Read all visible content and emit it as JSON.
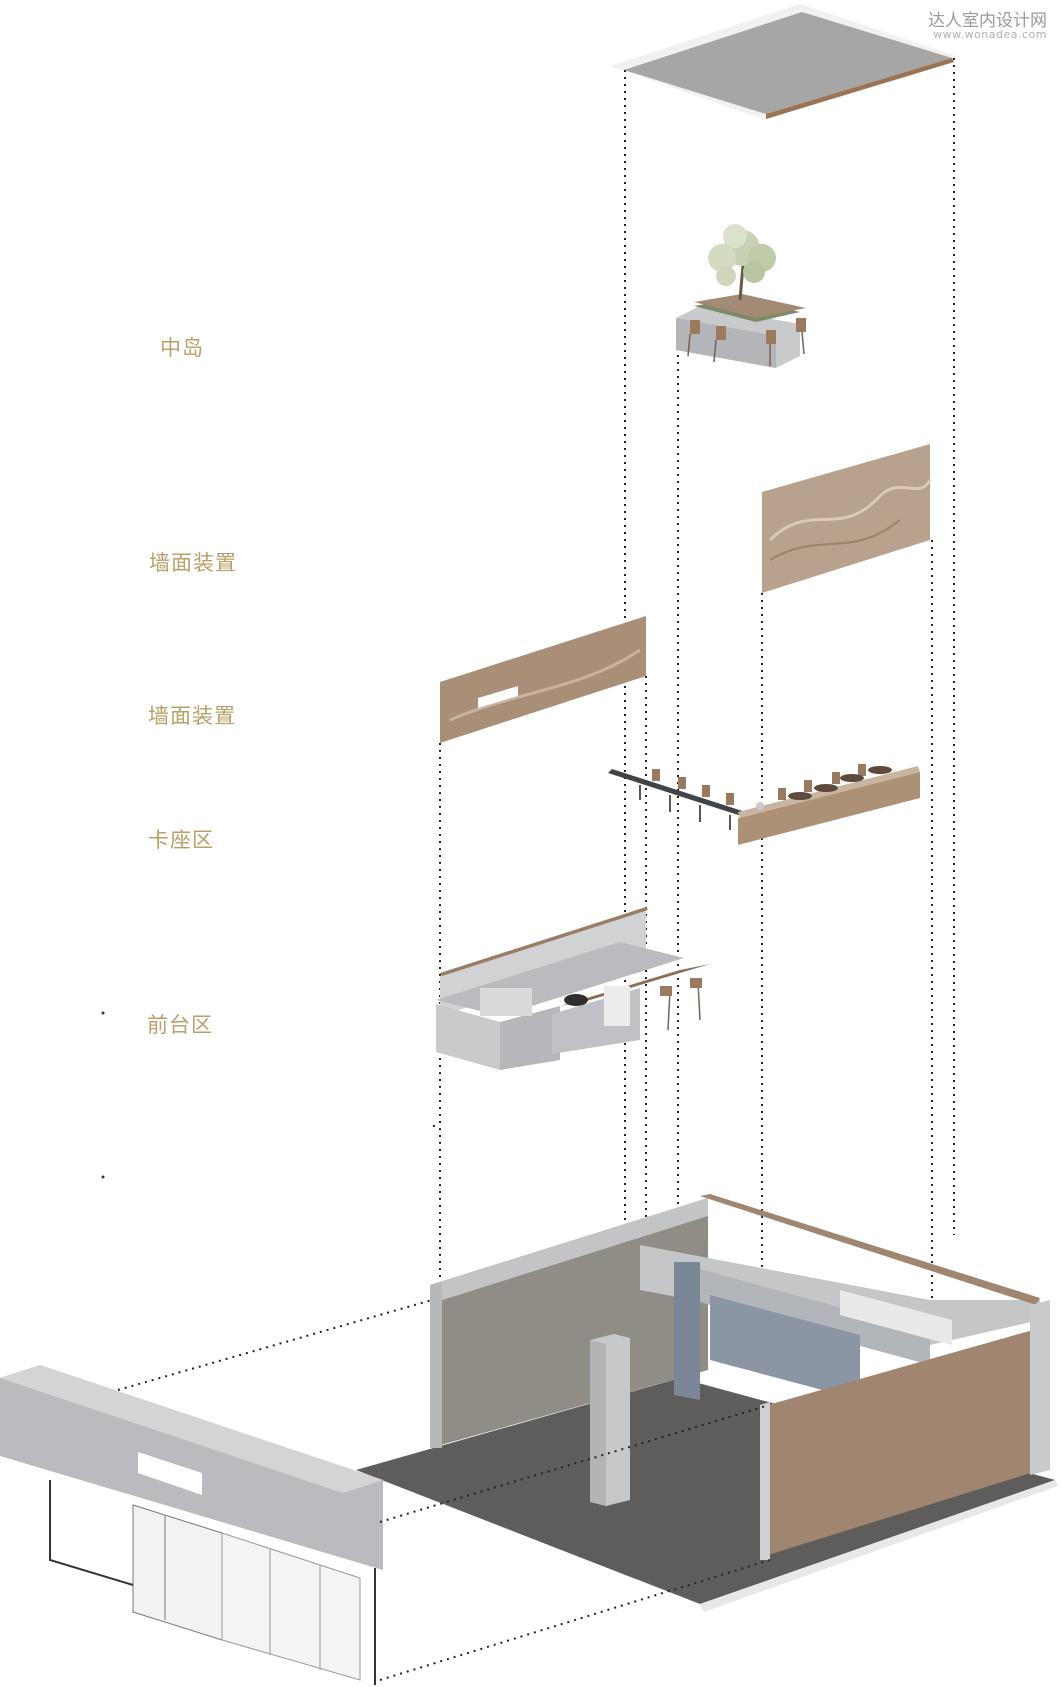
{
  "watermark": {
    "name": "达人室内设计网",
    "url": "www.wonadea.com"
  },
  "labels": {
    "island": "中岛",
    "wall_installation_upper": "墙面装置",
    "wall_installation_lower": "墙面装置",
    "booth_area": "卡座区",
    "reception_area": "前台区"
  },
  "colors": {
    "label_gold": "#b8a06a",
    "wood": "#a08670",
    "grey_panel": "#b9bcbf",
    "floor_dark": "#5f5d5b"
  }
}
